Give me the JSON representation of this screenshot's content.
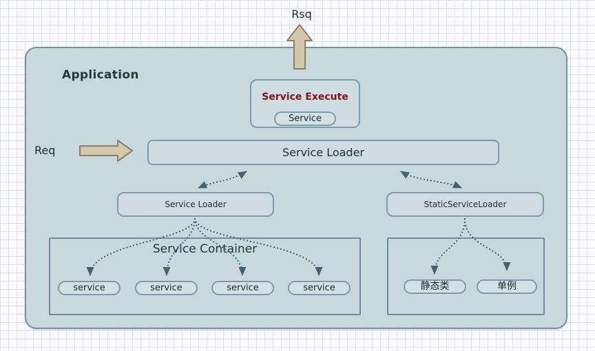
{
  "diagram": {
    "flow_labels": {
      "rsq": "Rsq",
      "req": "Req"
    },
    "application": {
      "title": "Application"
    },
    "service_execute": {
      "title": "Service Execute",
      "pill": "Service"
    },
    "service_loader_main": {
      "label": "Service Loader"
    },
    "service_loader_sub": {
      "label": "Service Loader"
    },
    "static_service_loader": {
      "label": "StaticServiceLoader"
    },
    "service_container": {
      "title": "Service Container",
      "services": [
        "service",
        "service",
        "service",
        "service"
      ]
    },
    "static_container": {
      "items": [
        "静态类",
        "单例"
      ]
    },
    "colors": {
      "app_fill": "#c9d8dd",
      "node_fill": "#cfdde3",
      "node_border": "#7d9bab",
      "group_border": "#6d8d9b",
      "block_arrow_fill": "#d3c8ae",
      "block_arrow_border": "#8a8166",
      "connector": "#46626f",
      "title_text": "#2a3540",
      "execute_title_text": "#7e1518"
    }
  }
}
